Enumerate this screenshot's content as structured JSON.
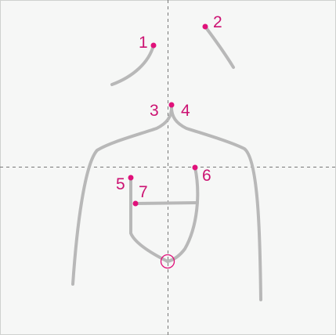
{
  "colors": {
    "background": "#f6f7f6",
    "border": "#cfd1cf",
    "guide": "#777777",
    "stroke": "#b8b8b8",
    "marker": "#e0117a",
    "label": "#cc1272"
  },
  "labels": {
    "n1": "1",
    "n2": "2",
    "n3": "3",
    "n4": "4",
    "n5": "5",
    "n6": "6",
    "n7": "7"
  }
}
